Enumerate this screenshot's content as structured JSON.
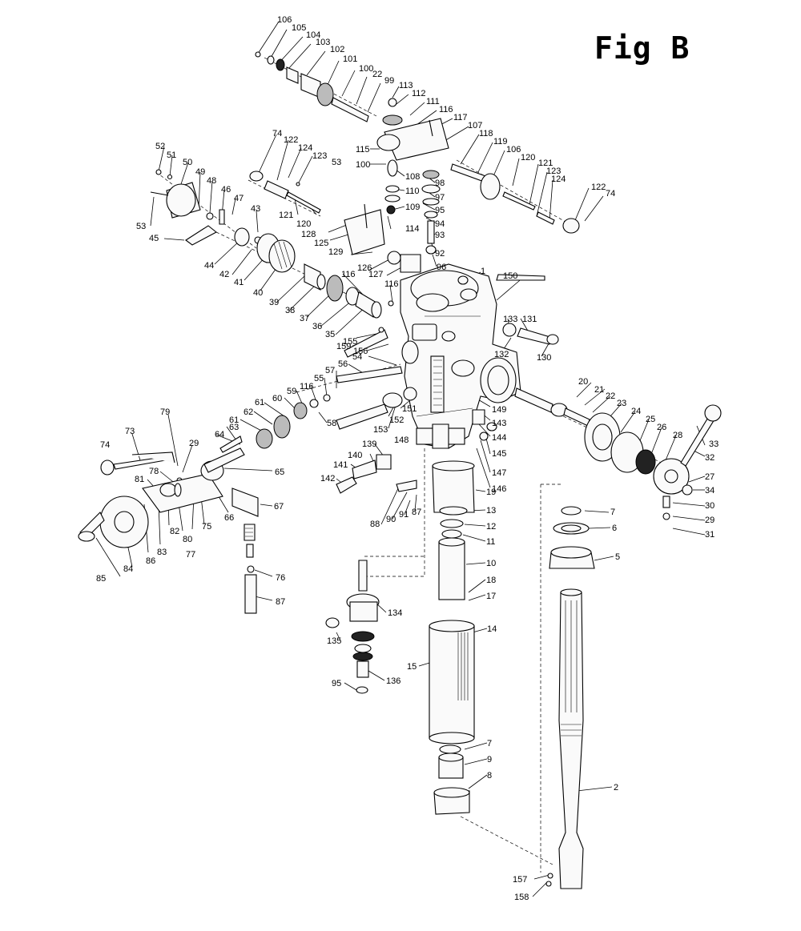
{
  "figure": {
    "title": "Fig B",
    "labels": [
      "106",
      "105",
      "104",
      "103",
      "102",
      "101",
      "100",
      "22",
      "99",
      "113",
      "112",
      "111",
      "116",
      "117",
      "107",
      "118",
      "119",
      "106",
      "120",
      "121",
      "123",
      "124",
      "122",
      "74",
      "115",
      "100",
      "108",
      "110",
      "98",
      "97",
      "109",
      "95",
      "114",
      "94",
      "93",
      "92",
      "96",
      "53",
      "52",
      "51",
      "50",
      "49",
      "48",
      "46",
      "47",
      "53",
      "45",
      "43",
      "44",
      "42",
      "41",
      "40",
      "39",
      "38",
      "37",
      "36",
      "35",
      "74",
      "122",
      "124",
      "123",
      "121",
      "120",
      "128",
      "125",
      "129",
      "126",
      "127",
      "116",
      "116",
      "1",
      "150",
      "133",
      "131",
      "132",
      "130",
      "159",
      "155",
      "156",
      "54",
      "56",
      "57",
      "55",
      "116",
      "59",
      "60",
      "58",
      "61",
      "62",
      "61",
      "64",
      "63",
      "65",
      "79",
      "29",
      "73",
      "74",
      "78",
      "81",
      "80",
      "82",
      "83",
      "86",
      "84",
      "85",
      "77",
      "75",
      "66",
      "67",
      "76",
      "87",
      "151",
      "152",
      "153",
      "148",
      "149",
      "143",
      "144",
      "145",
      "147",
      "146",
      "139",
      "140",
      "141",
      "142",
      "88",
      "90",
      "91",
      "87",
      "19",
      "13",
      "12",
      "11",
      "10",
      "18",
      "17",
      "14",
      "15",
      "134",
      "135",
      "136",
      "95",
      "7",
      "9",
      "8",
      "20",
      "21",
      "22",
      "23",
      "24",
      "25",
      "26",
      "28",
      "33",
      "32",
      "27",
      "34",
      "30",
      "29",
      "31",
      "7",
      "6",
      "5",
      "2",
      "157",
      "158"
    ]
  }
}
